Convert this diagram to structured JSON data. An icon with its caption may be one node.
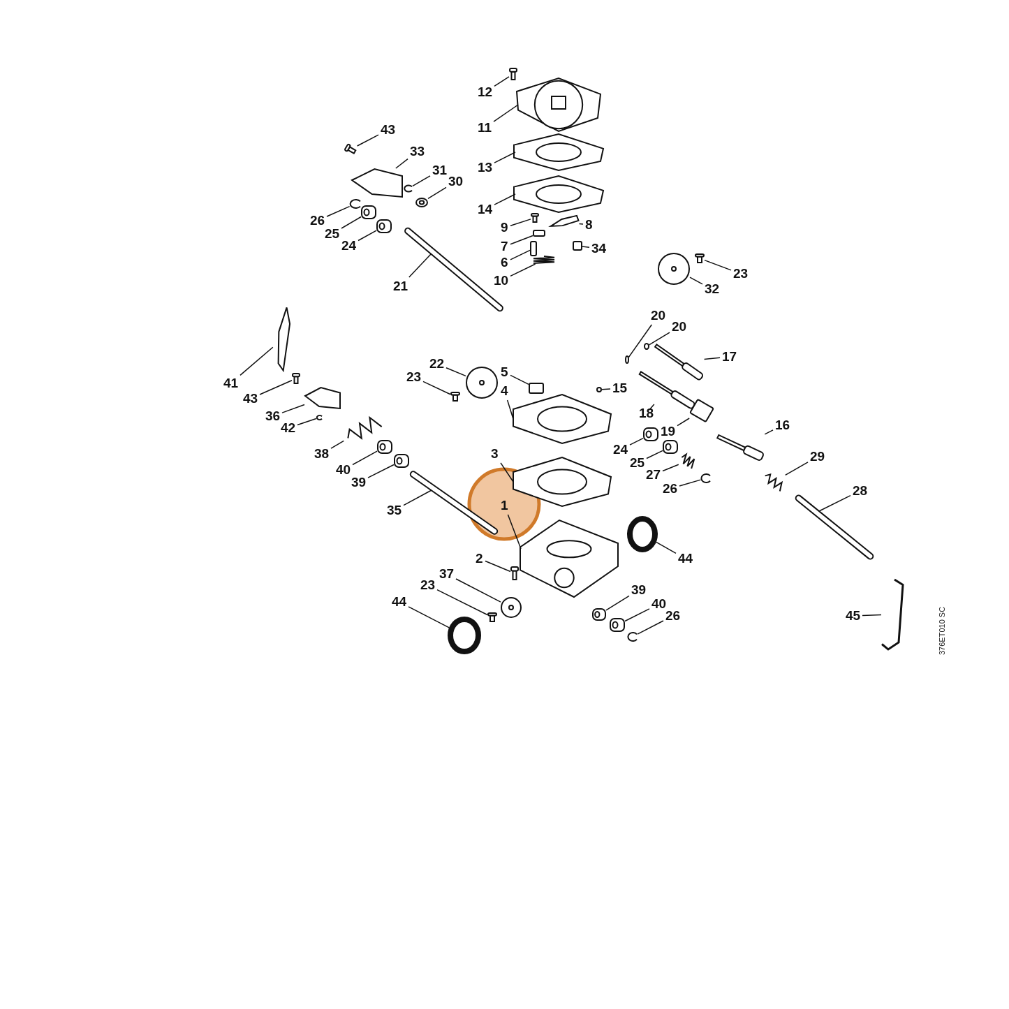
{
  "diagram": {
    "nodes": [
      {
        "text": [
          "12"
        ]
      },
      {
        "text": [
          "43"
        ]
      },
      {
        "text": [
          "11"
        ]
      },
      {
        "text": [
          "33"
        ]
      },
      {
        "text": [
          "31"
        ]
      },
      {
        "text": [
          "13"
        ]
      },
      {
        "text": [
          "30"
        ]
      },
      {
        "text": [
          "14"
        ]
      },
      {
        "text": [
          "26"
        ]
      },
      {
        "text": [
          "9"
        ]
      },
      {
        "text": [
          "8"
        ]
      },
      {
        "text": [
          "25"
        ]
      },
      {
        "text": [
          "24"
        ]
      },
      {
        "text": [
          "7"
        ]
      },
      {
        "text": [
          "34"
        ]
      },
      {
        "text": [
          "6"
        ]
      },
      {
        "text": [
          "23"
        ]
      },
      {
        "text": [
          "10"
        ]
      },
      {
        "text": [
          "21"
        ]
      },
      {
        "text": [
          "32"
        ]
      },
      {
        "text": [
          "20"
        ]
      },
      {
        "text": [
          "20"
        ]
      },
      {
        "text": [
          "17"
        ]
      },
      {
        "text": [
          "22"
        ]
      },
      {
        "text": [
          "41"
        ]
      },
      {
        "text": [
          "23"
        ]
      },
      {
        "text": [
          "5"
        ]
      },
      {
        "text": [
          "15"
        ]
      },
      {
        "text": [
          "43"
        ]
      },
      {
        "text": [
          "18"
        ]
      },
      {
        "text": [
          "36"
        ]
      },
      {
        "text": [
          "4"
        ]
      },
      {
        "text": [
          "19"
        ]
      },
      {
        "text": [
          "42"
        ]
      },
      {
        "text": [
          "16"
        ]
      },
      {
        "text": [
          "3"
        ]
      },
      {
        "text": [
          "24"
        ]
      },
      {
        "text": [
          "38"
        ]
      },
      {
        "text": [
          "25"
        ]
      },
      {
        "text": [
          "29"
        ]
      },
      {
        "text": [
          "40"
        ]
      },
      {
        "text": [
          "27"
        ]
      },
      {
        "text": [
          "39"
        ]
      },
      {
        "text": [
          "26"
        ]
      },
      {
        "text": [
          "28"
        ]
      },
      {
        "text": [
          "35"
        ]
      },
      {
        "text": [
          "1"
        ]
      },
      {
        "text": [
          "44"
        ]
      },
      {
        "text": [
          "2"
        ]
      },
      {
        "text": [
          "37"
        ]
      },
      {
        "text": [
          "39"
        ]
      },
      {
        "text": [
          "23"
        ]
      },
      {
        "text": [
          "40"
        ]
      },
      {
        "text": [
          "44"
        ]
      },
      {
        "text": [
          "26"
        ]
      },
      {
        "text": [
          "45"
        ]
      },
      {
        "text": [],
        "shape": "picture"
      },
      {
        "text": [],
        "shape": "picture"
      },
      {
        "text": [],
        "shape": "picture"
      },
      {
        "text": [],
        "shape": "picture"
      },
      {
        "text": [],
        "shape": "picture"
      },
      {
        "text": [],
        "shape": "picture"
      },
      {
        "text": [],
        "shape": "picture"
      },
      {
        "text": [],
        "shape": "picture"
      },
      {
        "text": [],
        "shape": "picture"
      },
      {
        "text": [],
        "shape": "picture"
      },
      {
        "text": [],
        "shape": "picture"
      },
      {
        "text": [],
        "shape": "picture"
      },
      {
        "text": [],
        "shape": "picture"
      },
      {
        "text": [],
        "shape": "box"
      },
      {
        "text": [],
        "shape": "box"
      },
      {
        "text": [],
        "shape": "box"
      },
      {
        "text": [],
        "shape": "picture"
      },
      {
        "text": [],
        "shape": "picture"
      },
      {
        "text": [],
        "shape": "bar"
      },
      {
        "text": [],
        "shape": "picture"
      },
      {
        "text": [],
        "shape": "circle"
      },
      {
        "text": [],
        "shape": "circle"
      },
      {
        "text": [],
        "shape": "picture"
      },
      {
        "text": [],
        "shape": "picture"
      },
      {
        "text": [],
        "shape": "picture"
      },
      {
        "text": [],
        "shape": "picture"
      },
      {
        "text": [],
        "shape": "box"
      },
      {
        "text": [],
        "shape": "circle"
      },
      {
        "text": [],
        "shape": "picture"
      },
      {
        "text": [],
        "shape": "picture"
      },
      {
        "text": [],
        "shape": "picture"
      },
      {
        "text": [],
        "shape": "picture"
      },
      {
        "text": [],
        "shape": "box"
      },
      {
        "text": [],
        "shape": "picture"
      },
      {
        "text": [],
        "shape": "picture"
      },
      {
        "text": [],
        "shape": "picture"
      },
      {
        "text": [],
        "shape": "picture"
      },
      {
        "text": [],
        "shape": "picture"
      },
      {
        "text": [],
        "shape": "picture"
      },
      {
        "text": [],
        "shape": "picture"
      },
      {
        "text": [],
        "shape": "picture"
      },
      {
        "text": [],
        "shape": "picture"
      },
      {
        "text": [],
        "shape": "picture"
      },
      {
        "text": [],
        "shape": "picture"
      },
      {
        "text": [],
        "shape": "bar"
      },
      {
        "text": [],
        "shape": "bar"
      },
      {
        "text": [],
        "shape": "picture"
      },
      {
        "text": [],
        "shape": "circle"
      },
      {
        "text": [],
        "shape": "picture"
      },
      {
        "text": [],
        "shape": "picture"
      },
      {
        "text": [],
        "shape": "picture"
      },
      {
        "text": [],
        "shape": "picture"
      },
      {
        "text": [],
        "shape": "picture"
      },
      {
        "text": [],
        "shape": "circle"
      },
      {
        "text": [],
        "shape": "picture"
      },
      {
        "text": [],
        "shape": "picture"
      }
    ],
    "edges": [
      {
        "from": 0,
        "to": 56,
        "arrow": "none"
      },
      {
        "from": 1,
        "to": 57,
        "arrow": "none"
      },
      {
        "from": 2,
        "to": 58,
        "arrow": "none"
      },
      {
        "from": 3,
        "to": 59,
        "arrow": "none"
      },
      {
        "from": 4,
        "to": 60,
        "arrow": "none"
      },
      {
        "from": 5,
        "to": 61,
        "arrow": "none"
      },
      {
        "from": 6,
        "to": 62,
        "arrow": "none"
      },
      {
        "from": 7,
        "to": 63,
        "arrow": "none"
      },
      {
        "from": 8,
        "to": 64,
        "arrow": "none"
      },
      {
        "from": 9,
        "to": 65,
        "arrow": "none"
      },
      {
        "from": 10,
        "to": 66,
        "arrow": "none"
      },
      {
        "from": 11,
        "to": 67,
        "arrow": "none"
      },
      {
        "from": 12,
        "to": 68,
        "arrow": "none"
      },
      {
        "from": 13,
        "to": 69,
        "arrow": "none"
      },
      {
        "from": 14,
        "to": 70,
        "arrow": "none"
      },
      {
        "from": 15,
        "to": 71,
        "arrow": "none"
      },
      {
        "from": 16,
        "to": 72,
        "arrow": "none"
      },
      {
        "from": 17,
        "to": 73,
        "arrow": "none"
      },
      {
        "from": 18,
        "to": 74,
        "arrow": "none"
      },
      {
        "from": 19,
        "to": 75,
        "arrow": "none"
      },
      {
        "from": 20,
        "to": 76,
        "arrow": "none"
      },
      {
        "from": 21,
        "to": 77,
        "arrow": "none"
      },
      {
        "from": 22,
        "to": 78,
        "arrow": "none"
      },
      {
        "from": 23,
        "to": 79,
        "arrow": "none"
      },
      {
        "from": 24,
        "to": 80,
        "arrow": "none"
      },
      {
        "from": 25,
        "to": 81,
        "arrow": "none"
      },
      {
        "from": 26,
        "to": 82,
        "arrow": "none"
      },
      {
        "from": 27,
        "to": 83,
        "arrow": "none"
      },
      {
        "from": 28,
        "to": 84,
        "arrow": "none"
      },
      {
        "from": 29,
        "to": 85,
        "arrow": "none"
      },
      {
        "from": 30,
        "to": 86,
        "arrow": "none"
      },
      {
        "from": 31,
        "to": 87,
        "arrow": "none"
      },
      {
        "from": 32,
        "to": 88,
        "arrow": "none"
      },
      {
        "from": 33,
        "to": 89,
        "arrow": "none"
      },
      {
        "from": 34,
        "to": 90,
        "arrow": "none"
      },
      {
        "from": 35,
        "to": 91,
        "arrow": "none"
      },
      {
        "from": 36,
        "to": 92,
        "arrow": "none"
      },
      {
        "from": 37,
        "to": 93,
        "arrow": "none"
      },
      {
        "from": 38,
        "to": 94,
        "arrow": "none"
      },
      {
        "from": 39,
        "to": 95,
        "arrow": "none"
      },
      {
        "from": 40,
        "to": 96,
        "arrow": "none"
      },
      {
        "from": 41,
        "to": 97,
        "arrow": "none"
      },
      {
        "from": 42,
        "to": 98,
        "arrow": "none"
      },
      {
        "from": 43,
        "to": 99,
        "arrow": "none"
      },
      {
        "from": 44,
        "to": 100,
        "arrow": "none"
      },
      {
        "from": 45,
        "to": 101,
        "arrow": "none"
      },
      {
        "from": 46,
        "to": 102,
        "arrow": "none"
      },
      {
        "from": 47,
        "to": 103,
        "arrow": "none"
      },
      {
        "from": 48,
        "to": 104,
        "arrow": "none"
      },
      {
        "from": 49,
        "to": 105,
        "arrow": "none"
      },
      {
        "from": 50,
        "to": 106,
        "arrow": "none"
      },
      {
        "from": 51,
        "to": 107,
        "arrow": "none"
      },
      {
        "from": 52,
        "to": 108,
        "arrow": "none"
      },
      {
        "from": 53,
        "to": 109,
        "arrow": "none"
      },
      {
        "from": 54,
        "to": 110,
        "arrow": "none"
      },
      {
        "from": 55,
        "to": 111,
        "arrow": "none"
      }
    ],
    "labels": [
      "376ET010 SC"
    ]
  }
}
